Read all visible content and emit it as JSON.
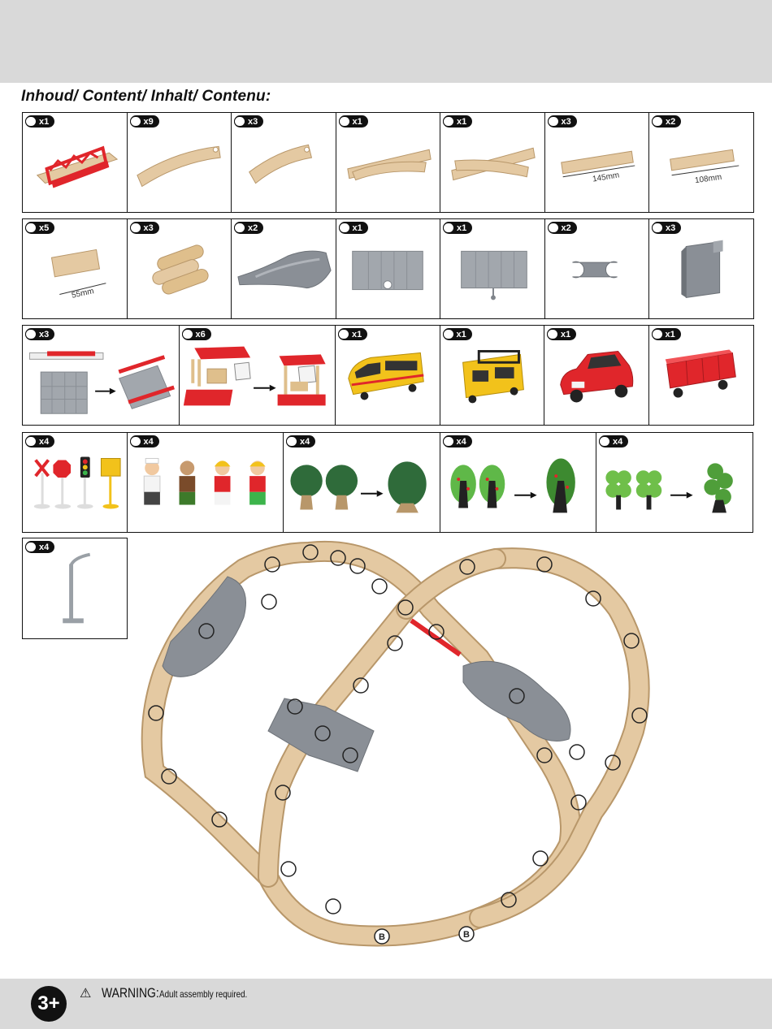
{
  "heading": "Inhoud/ Content/ Inhalt/ Contenu:",
  "rows": [
    [
      {
        "qty": "x1",
        "icon": "bridge-track-icon"
      },
      {
        "qty": "x9",
        "icon": "curved-track-icon"
      },
      {
        "qty": "x3",
        "icon": "short-curved-track-icon"
      },
      {
        "qty": "x1",
        "icon": "switch-track-icon"
      },
      {
        "qty": "x1",
        "icon": "switch-track-reversed-icon"
      },
      {
        "qty": "x3",
        "icon": "straight-track-icon",
        "label": "145mm"
      },
      {
        "qty": "x2",
        "icon": "straight-track-icon",
        "label": "108mm"
      }
    ],
    [
      {
        "qty": "x5",
        "icon": "short-track-icon",
        "label": "55mm"
      },
      {
        "qty": "x3",
        "icon": "wooden-logs-icon"
      },
      {
        "qty": "x2",
        "icon": "mountain-ramp-icon"
      },
      {
        "qty": "x1",
        "icon": "ramp-plate-icon"
      },
      {
        "qty": "x1",
        "icon": "ramp-plate-peg-icon"
      },
      {
        "qty": "x2",
        "icon": "connector-icon"
      },
      {
        "qty": "x3",
        "icon": "pillar-icon"
      }
    ],
    [
      {
        "qty": "x3",
        "icon": "level-crossing-icon"
      },
      {
        "qty": "x6",
        "icon": "train-station-icon"
      },
      {
        "qty": "x1",
        "icon": "yellow-train-icon"
      },
      {
        "qty": "x1",
        "icon": "yellow-wagon-icon"
      },
      {
        "qty": "x1",
        "icon": "red-car-icon"
      },
      {
        "qty": "x1",
        "icon": "red-wagon-icon"
      }
    ],
    [
      {
        "qty": "x4",
        "icon": "road-signs-icon"
      },
      {
        "qty": "x4",
        "icon": "figures-icon"
      },
      {
        "qty": "x4",
        "icon": "round-tree-icon"
      },
      {
        "qty": "x4",
        "icon": "apple-tree-icon"
      },
      {
        "qty": "x4",
        "icon": "bushy-tree-icon"
      }
    ],
    [
      {
        "qty": "x4",
        "icon": "street-lamp-icon"
      }
    ]
  ],
  "layout_labels": {
    "b1": "B",
    "b2": "B"
  },
  "footer": {
    "age": "3+",
    "warning_title": "WARNING:",
    "warning_text": "Adult assembly required."
  },
  "colors": {
    "wood": "#e4c9a2",
    "wood_edge": "#b8976a",
    "grey": "#8a8f96",
    "red": "#e0262b",
    "yellow": "#f2c21b",
    "band": "#d9d9d9"
  }
}
